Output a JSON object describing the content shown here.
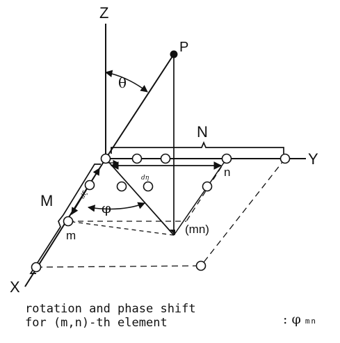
{
  "figure": {
    "axes": {
      "z": "Z",
      "y": "Y",
      "x": "X"
    },
    "point": "P",
    "angles": {
      "theta": "θ",
      "phi": "φ"
    },
    "dimensions": {
      "n_count": "N",
      "m_count": "M"
    },
    "indices": {
      "n": "n",
      "m": "m",
      "mn": "(mn)"
    },
    "spacings": {
      "along_y": "dη",
      "along_x": "dξ"
    },
    "caption": {
      "line1": "rotation and phase shift",
      "line2": "for (m,n)-th element",
      "colon": ":",
      "symbol": "φ",
      "subscript": "mn"
    }
  }
}
